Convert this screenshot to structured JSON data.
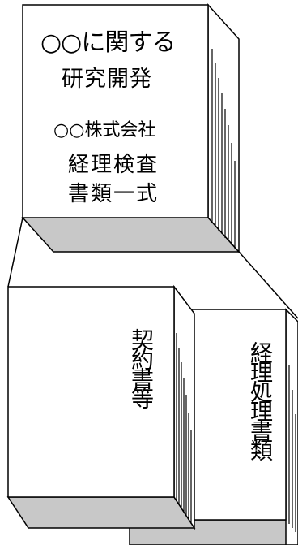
{
  "top_binder": {
    "line1": "○○に関する",
    "line2": "研究開発",
    "company": "○○株式会社",
    "line4": "経理検査",
    "line5": "書類一式"
  },
  "left_binder": {
    "label": "契約書等"
  },
  "right_binder": {
    "label": "経理処理書類"
  }
}
